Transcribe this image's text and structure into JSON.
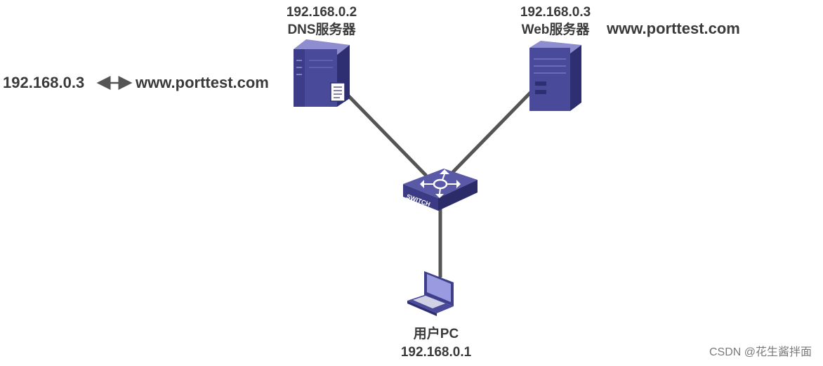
{
  "dns_server": {
    "ip": "192.168.0.2",
    "label": "DNS服务器"
  },
  "web_server": {
    "ip": "192.168.0.3",
    "label": "Web服务器",
    "domain": "www.porttest.com"
  },
  "dns_record": {
    "ip": "192.168.0.3",
    "domain": "www.porttest.com"
  },
  "switch": {
    "label": "SWITCH"
  },
  "user_pc": {
    "label": "用户PC",
    "ip": "192.168.0.1"
  },
  "watermark": "CSDN @花生酱拌面",
  "colors": {
    "device_blue": "#4a4a9a",
    "link_gray": "#555555",
    "text": "#3a3a3a"
  }
}
